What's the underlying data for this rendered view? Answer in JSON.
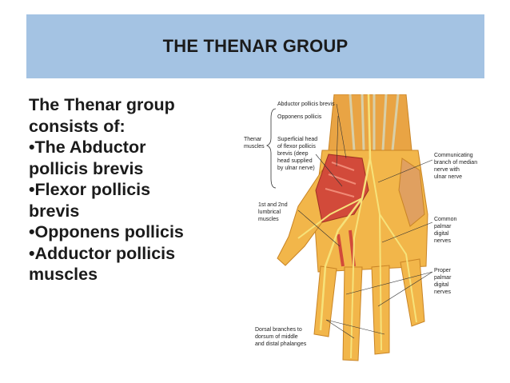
{
  "title": "THE THENAR GROUP",
  "body_lines": [
    "The Thenar group",
    "consists of:",
    "•The Abductor",
    "pollicis brevis",
    "•Flexor pollicis",
    "brevis",
    "•Opponens pollicis",
    "•Adductor pollicis",
    "muscles"
  ],
  "figure_labels": {
    "abductor": "Abductor pollicis brevis",
    "opponens": "Opponens pollicis",
    "thenar_1": "Thenar",
    "thenar_2": "muscles",
    "superficial_1": "Superficial head",
    "superficial_2": "of flexor pollicis",
    "superficial_3": "brevis (deep",
    "superficial_4": "head supplied",
    "superficial_5": "by ulnar nerve)",
    "lumbrical_1": "1st and 2nd",
    "lumbrical_2": "lumbrical",
    "lumbrical_3": "muscles",
    "communicating_1": "Communicating",
    "communicating_2": "branch of median",
    "communicating_3": "nerve with",
    "communicating_4": "ulnar nerve",
    "common_1": "Common",
    "common_2": "palmar",
    "common_3": "digital",
    "common_4": "nerves",
    "proper_1": "Proper",
    "proper_2": "palmar",
    "proper_3": "digital",
    "proper_4": "nerves",
    "dorsal_1": "Dorsal branches to",
    "dorsal_2": "dorsum of middle",
    "dorsal_3": "and distal phalanges"
  },
  "colors": {
    "title_bar": "#a4c3e3",
    "skin": "#f2b64a",
    "muscle": "#d24a3a",
    "nerve": "#f6e27a"
  }
}
